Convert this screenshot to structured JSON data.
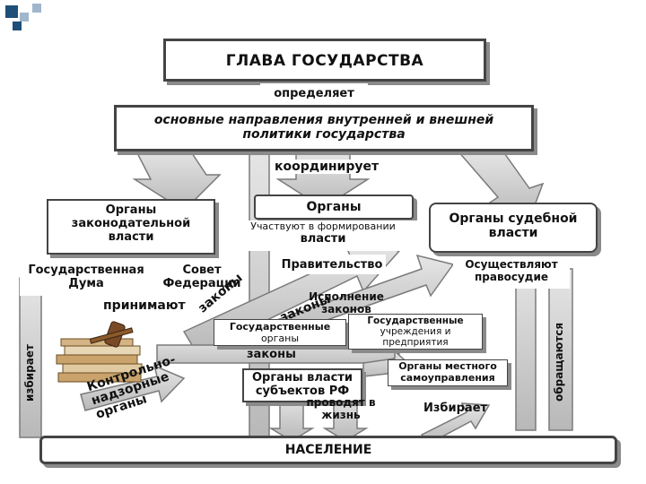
{
  "head_of_state": "ГЛАВА ГОСУДАРСТВА",
  "determines": "определяет",
  "policy": {
    "line1": "основные направления внутренней и внешней",
    "line2": "политики государства"
  },
  "coordinates": "координирует",
  "legislative": {
    "line1": "Органы",
    "line2": "законодательной",
    "line3": "власти"
  },
  "organs": "Органы",
  "formation": {
    "line1": "Участвуют в формировании",
    "line2": "власти"
  },
  "judicial": {
    "line1": "Органы судебной",
    "line2": "власти"
  },
  "duma": {
    "line1": "Государственная",
    "line2": "Дума"
  },
  "federation_council": {
    "line1": "Совет",
    "line2": "Федерации"
  },
  "adopt": "принимают",
  "laws_diag": "законы",
  "government": "Правительство",
  "execution": {
    "line1": "Исполнение",
    "line2": "законов"
  },
  "laws_diag2": "законы",
  "administer": {
    "line1": "Осуществляют",
    "line2": "правосудие"
  },
  "state_organs": {
    "line1": "Государственные",
    "line2": "органы"
  },
  "state_institutions": {
    "line1": "Государственные",
    "line2": "учреждения и",
    "line3": "предприятия"
  },
  "laws_center": "законы",
  "elects_left": "избирает",
  "appeal_right": "обращаются",
  "subjects": {
    "line1": "Органы власти",
    "line2": "субъектов РФ"
  },
  "local_gov": {
    "line1": "Органы местного",
    "line2": "самоуправления"
  },
  "implement": {
    "line1": "проводят в",
    "line2": "жизнь"
  },
  "elects_bottom": "Избирает",
  "supervisory": {
    "line1": "Контрольно-",
    "line2": "надзорные",
    "line3": "органы"
  },
  "population": "НАСЕЛЕНИЕ",
  "colors": {
    "arrow_fill": "#cfcfcf",
    "arrow_stroke": "#7a7a7a",
    "deco_blue": "#1f4e79",
    "border": "#555555"
  },
  "icons": [
    "gavel-books-icon"
  ]
}
